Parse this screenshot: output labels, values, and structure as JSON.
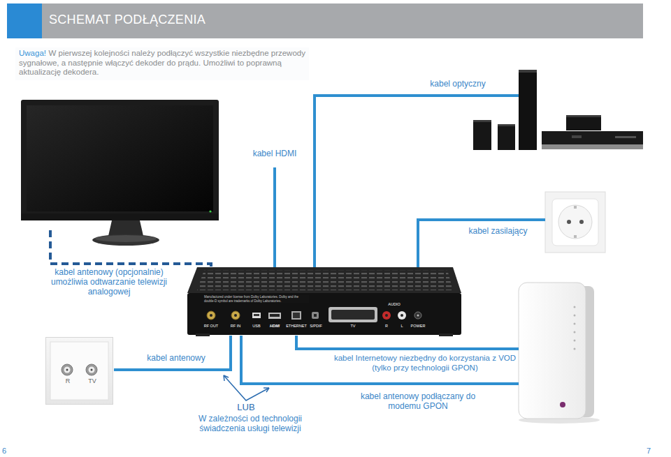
{
  "diagram": {
    "title": "SCHEMAT PODŁĄCZENIA",
    "nodes": [
      {
        "text": [
          "Uwaga!",
          "W pierwszej kolejności należy podłączyć wszystkie niezbędne przewody sygnałowe, a następnie włączyć dekoder do prądu. Umożliwi to poprawną aktualizację dekodera."
        ]
      },
      {
        "text": [
          "R",
          "TV"
        ]
      }
    ],
    "labels": [
      "kabel optyczny",
      "kabel HDMI",
      "kabel zasilający",
      "kabel antenowy (opcjonalnie) umożliwia odtwarzanie telewizji analogowej",
      "Manufactured under license from Dolby Laboratories. Dolby and the double-D symbol are trademarks of Dolby Laboratories.",
      "RF OUT",
      "RF IN",
      "USB",
      "HDMI",
      "ETHERNET",
      "S/PDIF",
      "TV",
      "AUDIO",
      "R",
      "L",
      "POWER",
      "kabel antenowy",
      "kabel Internetowy niezbędny do korzystania z VOD (tylko przy technologii GPON)",
      "LUB",
      "W zależności od technologii świadczenia usługi telewizji",
      "kabel antenowy podłączany do modemu GPON",
      "6",
      "7"
    ]
  }
}
